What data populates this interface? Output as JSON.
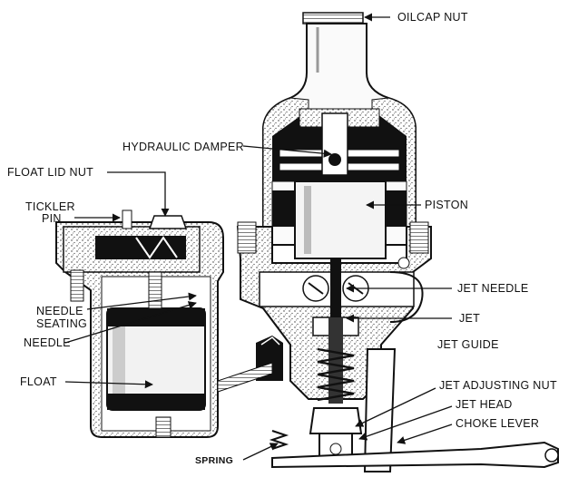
{
  "labels": {
    "oilcap_nut": "OILCAP NUT",
    "hydraulic_damper": "HYDRAULIC DAMPER",
    "float_lid_nut": "FLOAT LID NUT",
    "tickler": "TICKLER",
    "pin": "PIN",
    "piston": "PISTON",
    "jet_needle": "JET NEEDLE",
    "needle_line1": "NEEDLE",
    "needle_line2": "SEATING",
    "needle": "NEEDLE",
    "jet": "JET",
    "jet_guide": "JET GUIDE",
    "float": "FLOAT",
    "jet_adjusting_nut": "JET ADJUSTING NUT",
    "jet_head": "JET HEAD",
    "choke_lever": "CHOKE LEVER",
    "spring": "SPRING"
  },
  "colors": {
    "ink": "#111111",
    "paper": "#ffffff",
    "stipple": "#c9c9c9"
  }
}
